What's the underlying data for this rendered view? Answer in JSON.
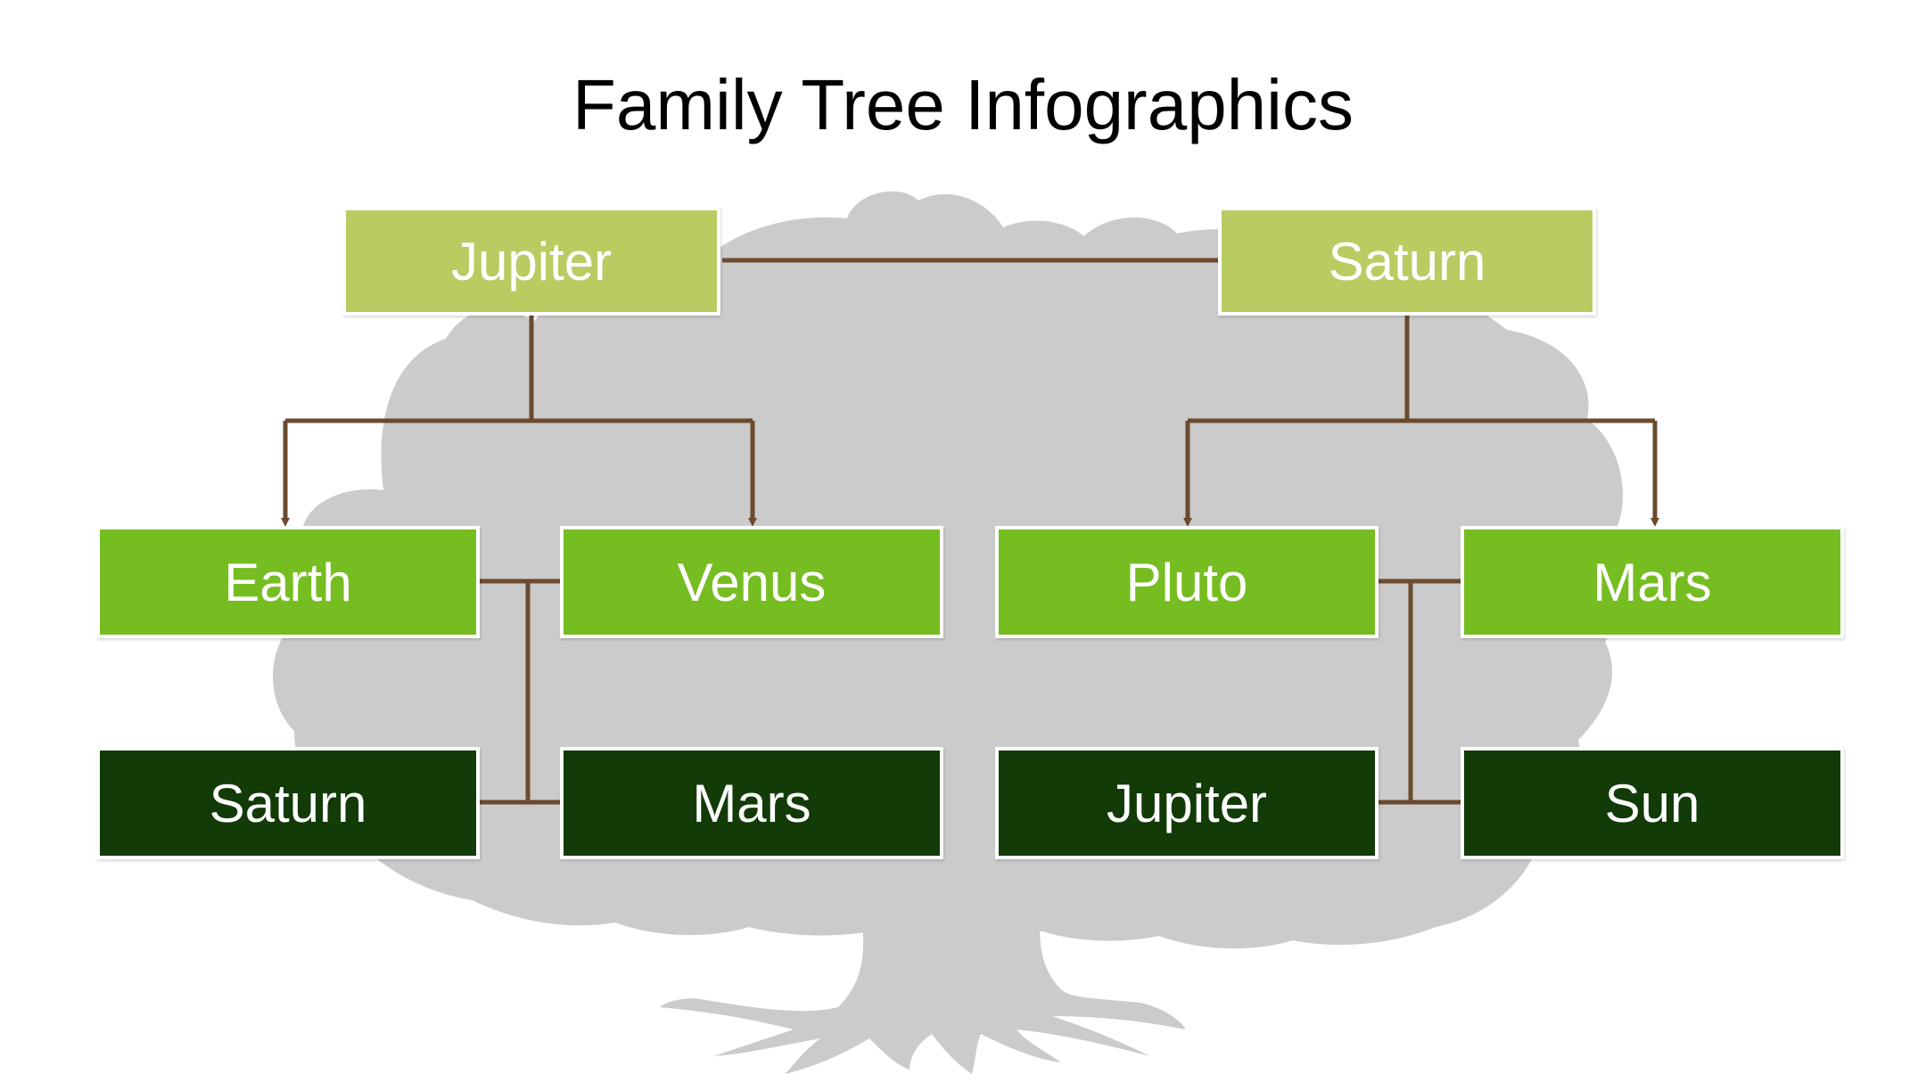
{
  "title": "Family Tree Infographics",
  "colors": {
    "generation_1": "#b9cc62",
    "generation_2": "#76bd21",
    "generation_3": "#123b07",
    "connector": "#6b4a2e",
    "tree_silhouette": "#cbcbcb"
  },
  "nodes": {
    "top_left": "Jupiter",
    "top_right": "Saturn",
    "mid_1": "Earth",
    "mid_2": "Venus",
    "mid_3": "Pluto",
    "mid_4": "Mars",
    "bottom_1": "Saturn",
    "bottom_2": "Mars",
    "bottom_3": "Jupiter",
    "bottom_4": "Sun"
  }
}
